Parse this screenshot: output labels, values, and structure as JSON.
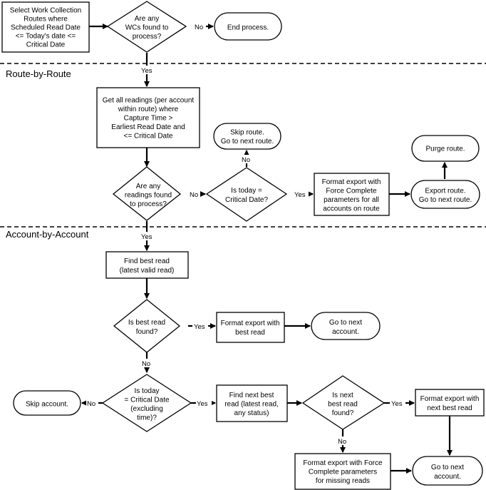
{
  "sections": {
    "route": "Route-by-Route",
    "account": "Account-by-Account"
  },
  "nodes": {
    "select_routes": [
      "Select Work Collection",
      "Routes where",
      "Scheduled Read Date",
      "<= Today's date <=",
      "Critical Date"
    ],
    "any_wcs": [
      "Are any",
      "WCs found to",
      "process?"
    ],
    "end_process": [
      "End process."
    ],
    "get_readings": [
      "Get all readings (per account",
      "within route) where",
      "Capture Time >",
      "Earliest Read Date and",
      "<= Critical Date"
    ],
    "skip_route": [
      "Skip route.",
      "Go to next route."
    ],
    "purge_route": [
      "Purge route."
    ],
    "any_readings": [
      "Are any",
      "readings found",
      "to process?"
    ],
    "today_critical": [
      "Is today =",
      "Critical Date?"
    ],
    "format_force_all": [
      "Format export with",
      "Force Complete",
      "parameters for all",
      "accounts on route"
    ],
    "export_route": [
      "Export route.",
      "Go to next route."
    ],
    "find_best": [
      "Find best read",
      "(latest valid read)"
    ],
    "best_found": [
      "Is best read",
      "found?"
    ],
    "format_best": [
      "Format export with",
      "best read"
    ],
    "next_account_1": [
      "Go to next",
      "account."
    ],
    "skip_account": [
      "Skip account."
    ],
    "today_critical_excl": [
      "Is today",
      "= Critical Date",
      "(excluding",
      "time)?"
    ],
    "find_next_best": [
      "Find next best",
      "read (latest read,",
      "any status)"
    ],
    "next_best_found": [
      "Is next",
      "best read",
      "found?"
    ],
    "format_next_best": [
      "Format export with",
      "next best read"
    ],
    "format_force_missing": [
      "Format export with Force",
      "Complete parameters",
      "for missing reads"
    ],
    "next_account_2": [
      "Go to next",
      "account."
    ]
  },
  "edge_labels": {
    "no": "No",
    "yes": "Yes"
  }
}
